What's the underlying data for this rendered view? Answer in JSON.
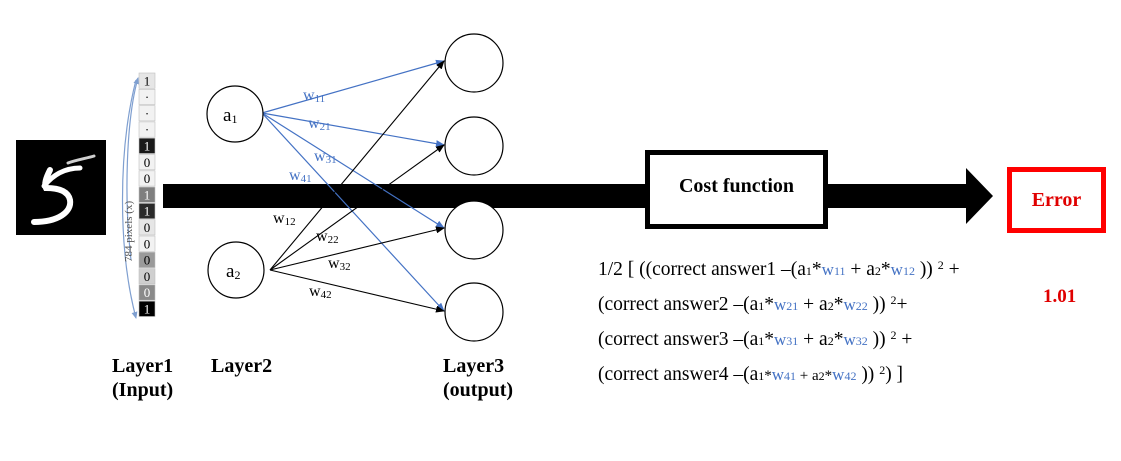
{
  "layers": {
    "input_label_line1": "Layer1",
    "input_label_line2": "(Input)",
    "hidden_label": "Layer2",
    "output_label_line1": "Layer3",
    "output_label_line2": "(output)"
  },
  "input_vector": {
    "axis_label": "784 pixels (x)",
    "cells": [
      "1",
      "·",
      "·",
      "·",
      "1",
      "0",
      "0",
      "1",
      "1",
      "0",
      "0",
      "0",
      "0",
      "0",
      "1"
    ]
  },
  "nodes": {
    "a1": {
      "base": "a",
      "sub": "1"
    },
    "a2": {
      "base": "a",
      "sub": "2"
    }
  },
  "weights": {
    "w11": {
      "base": "w",
      "sub": "11"
    },
    "w21": {
      "base": "w",
      "sub": "21"
    },
    "w31": {
      "base": "w",
      "sub": "31"
    },
    "w41": {
      "base": "w",
      "sub": "41"
    },
    "w12": {
      "base": "w",
      "sub": "12"
    },
    "w22": {
      "base": "w",
      "sub": "22"
    },
    "w32": {
      "base": "w",
      "sub": "32"
    },
    "w42": {
      "base": "w",
      "sub": "42"
    }
  },
  "cost_function": {
    "label": "Cost function"
  },
  "formula": {
    "open": "1/2 [ ((correct answer1 –(a",
    "answer2": "(correct answer2 –(a",
    "answer3": "(correct answer3 –(a",
    "answer4": "(correct answer4 –(a",
    "sub1": "1",
    "sub2": "2",
    "times_w": "*",
    "plus_a": " + a",
    "close": " ))",
    "sq": "2",
    "plus": " +",
    "plus_tight": "+",
    "final_close": ") ]",
    "w11": "w",
    "w11s": "11",
    "w12": "w",
    "w12s": "12",
    "w21": "w",
    "w21s": "21",
    "w22": "w",
    "w22s": "22",
    "w31": "w",
    "w31s": "31",
    "w32": "w",
    "w32s": "32",
    "w41": "w",
    "w41s": "41",
    "w42": "w",
    "w42s": "42"
  },
  "error": {
    "label": "Error",
    "value": "1.01"
  },
  "colors": {
    "blue_weight": "#4472c4",
    "error_red": "#ff0000",
    "arrow": "#000000"
  }
}
